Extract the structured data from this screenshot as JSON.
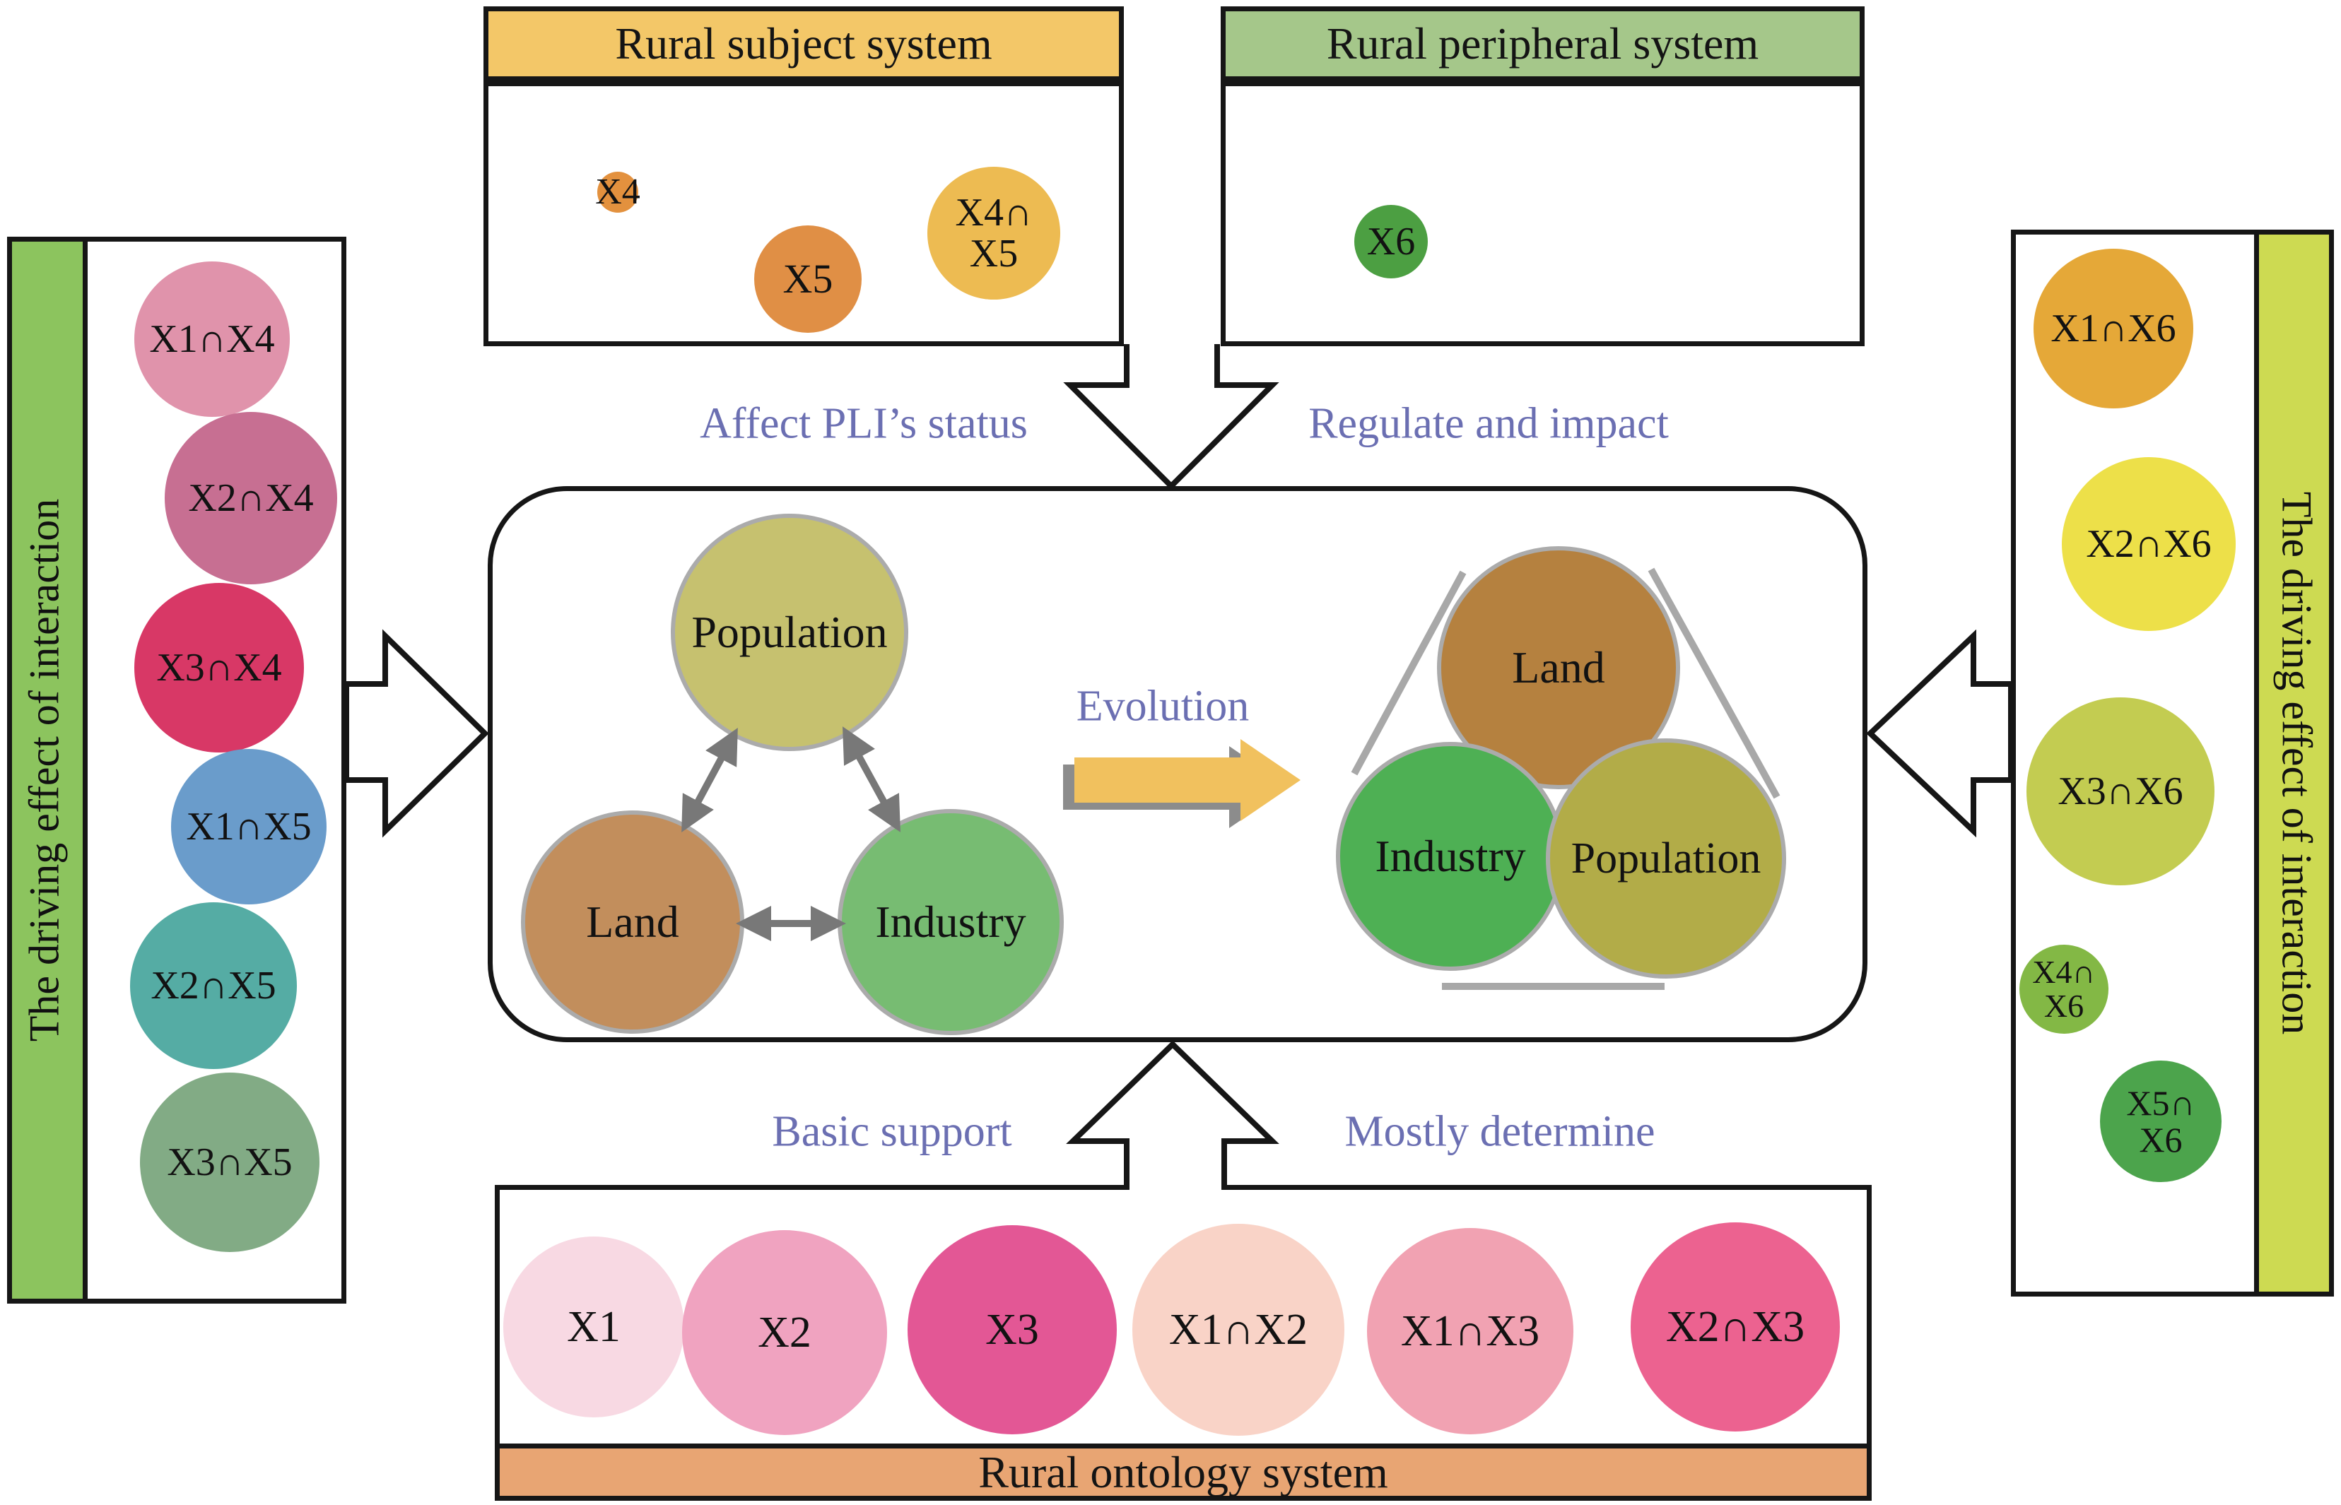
{
  "top_left_box": {
    "title": "Rural subject system",
    "header_color": "#F3C768",
    "circles": [
      {
        "label": "X4",
        "color": "#E3913E"
      },
      {
        "label": "X5",
        "color": "#E08F45"
      },
      {
        "lines": [
          "X4∩",
          "X5"
        ],
        "color": "#EDBB52"
      }
    ]
  },
  "top_right_box": {
    "title": "Rural peripheral system",
    "header_color": "#A5C78A",
    "circles": [
      {
        "label": "X6",
        "color": "#4C9F42"
      }
    ]
  },
  "left_sidebar": {
    "title": "The driving effect of interaction",
    "bar_color": "#8CC45E",
    "circles": [
      {
        "label": "X1∩X4",
        "color": "#E093AB"
      },
      {
        "label": "X2∩X4",
        "color": "#C76F92"
      },
      {
        "label": "X3∩X4",
        "color": "#D83866"
      },
      {
        "label": "X1∩X5",
        "color": "#6A9CCB"
      },
      {
        "label": "X2∩X5",
        "color": "#55ACA4"
      },
      {
        "label": "X3∩X5",
        "color": "#82AB85"
      }
    ]
  },
  "right_sidebar": {
    "title": "The driving effect of interaction",
    "bar_color": "#CDDA52",
    "circles": [
      {
        "label": "X1∩X6",
        "color": "#E5A838"
      },
      {
        "label": "X2∩X6",
        "color": "#EDE049"
      },
      {
        "label": "X3∩X6",
        "color": "#C3CC51"
      },
      {
        "lines": [
          "X4∩",
          "X6"
        ],
        "color": "#83B845"
      },
      {
        "lines": [
          "X5∩",
          "X6"
        ],
        "color": "#4CA44C"
      }
    ]
  },
  "bottom_box": {
    "title": "Rural ontology system",
    "bar_color": "#E8A573",
    "circles": [
      {
        "label": "X1",
        "color": "#F8D9E3"
      },
      {
        "label": "X2",
        "color": "#F0A3C0"
      },
      {
        "label": "X3",
        "color": "#E35795"
      },
      {
        "label": "X1∩X2",
        "color": "#F9D3C7"
      },
      {
        "label": "X1∩X3",
        "color": "#F1A2B2"
      },
      {
        "label": "X2∩X3",
        "color": "#EC6290"
      }
    ]
  },
  "center": {
    "left_triad": {
      "population": {
        "label": "Population",
        "color": "#C6C16F"
      },
      "land": {
        "label": "Land",
        "color": "#C28E5C"
      },
      "industry": {
        "label": "Industry",
        "color": "#77BC72"
      }
    },
    "right_triad": {
      "land": {
        "label": "Land",
        "color": "#B5813F"
      },
      "industry": {
        "label": "Industry",
        "color": "#4EB054"
      },
      "population": {
        "label": "Population",
        "color": "#B2AC48"
      }
    },
    "evolution_label": "Evolution"
  },
  "flow_labels": {
    "affect": "Affect PLI’s status",
    "regulate": "Regulate and impact",
    "basic": "Basic support",
    "mostly": "Mostly determine"
  },
  "colors": {
    "purple_label": "#6B6FB2",
    "evolution_orange": "#F1C15E",
    "evolution_shadow": "#8C8C8C",
    "triangle_gray": "#A8A8A8",
    "arrow_gray": "#787878",
    "block_arrow_fill": "#FFFFFF",
    "outline_black": "#161616"
  }
}
